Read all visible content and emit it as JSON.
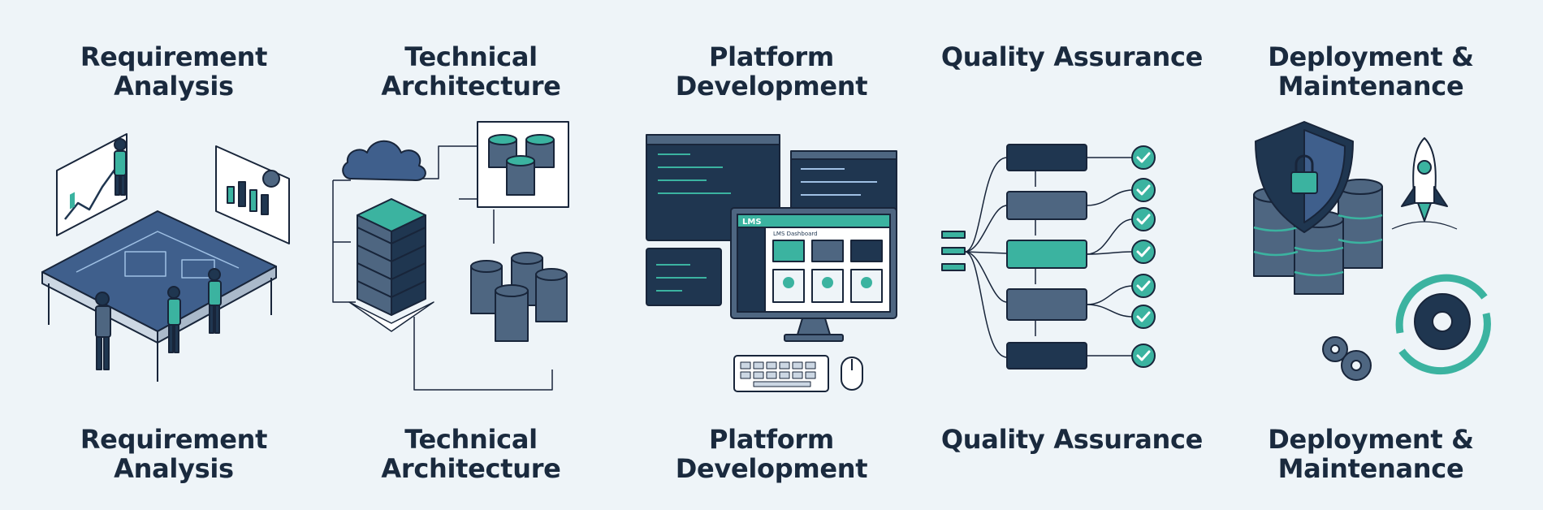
{
  "palette": {
    "navy": "#1f3650",
    "slate": "#4e6681",
    "steel": "#3f5f8c",
    "teal": "#3bb3a0",
    "outline": "#18253a",
    "background": "#eef4f8"
  },
  "stages": [
    {
      "title": "Requirement Analysis",
      "illustration": "team-blueprint-table"
    },
    {
      "title": "Technical Architecture",
      "illustration": "cloud-server-database"
    },
    {
      "title": "Platform Development",
      "illustration": "code-monitor-lms"
    },
    {
      "title": "Quality Assurance",
      "illustration": "test-flow-checkmarks"
    },
    {
      "title": "Deployment & Maintenance",
      "illustration": "shield-rocket-gear"
    }
  ],
  "captions": [
    {
      "title": "Requirement Analysis"
    },
    {
      "title": "Technical Architecture"
    },
    {
      "title": "Platform Development"
    },
    {
      "title": "Quality Assurance"
    },
    {
      "title": "Deployment & Maintenance"
    }
  ],
  "screen": {
    "logo": "LMS",
    "heading": "LMS Dashboard"
  }
}
